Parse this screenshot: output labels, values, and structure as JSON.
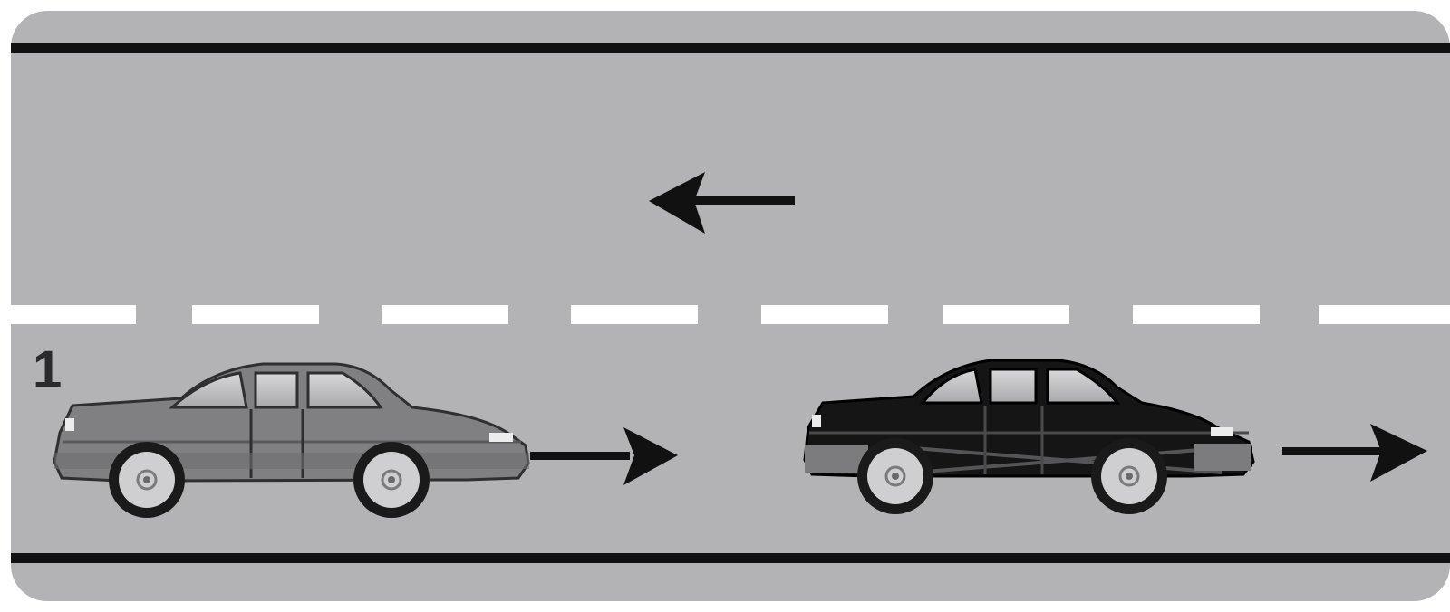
{
  "scene": {
    "vehicle_label": "1",
    "colors": {
      "road": "#b3b3b6",
      "edge_line": "#111111",
      "center_dash": "#ffffff",
      "arrow": "#111111",
      "car_1_body": "#808082",
      "car_2_body": "#151515",
      "label": "#2a2a2a"
    },
    "directions": {
      "top_lane_arrow": "left",
      "car_1_arrow": "right",
      "car_2_arrow": "right"
    }
  }
}
